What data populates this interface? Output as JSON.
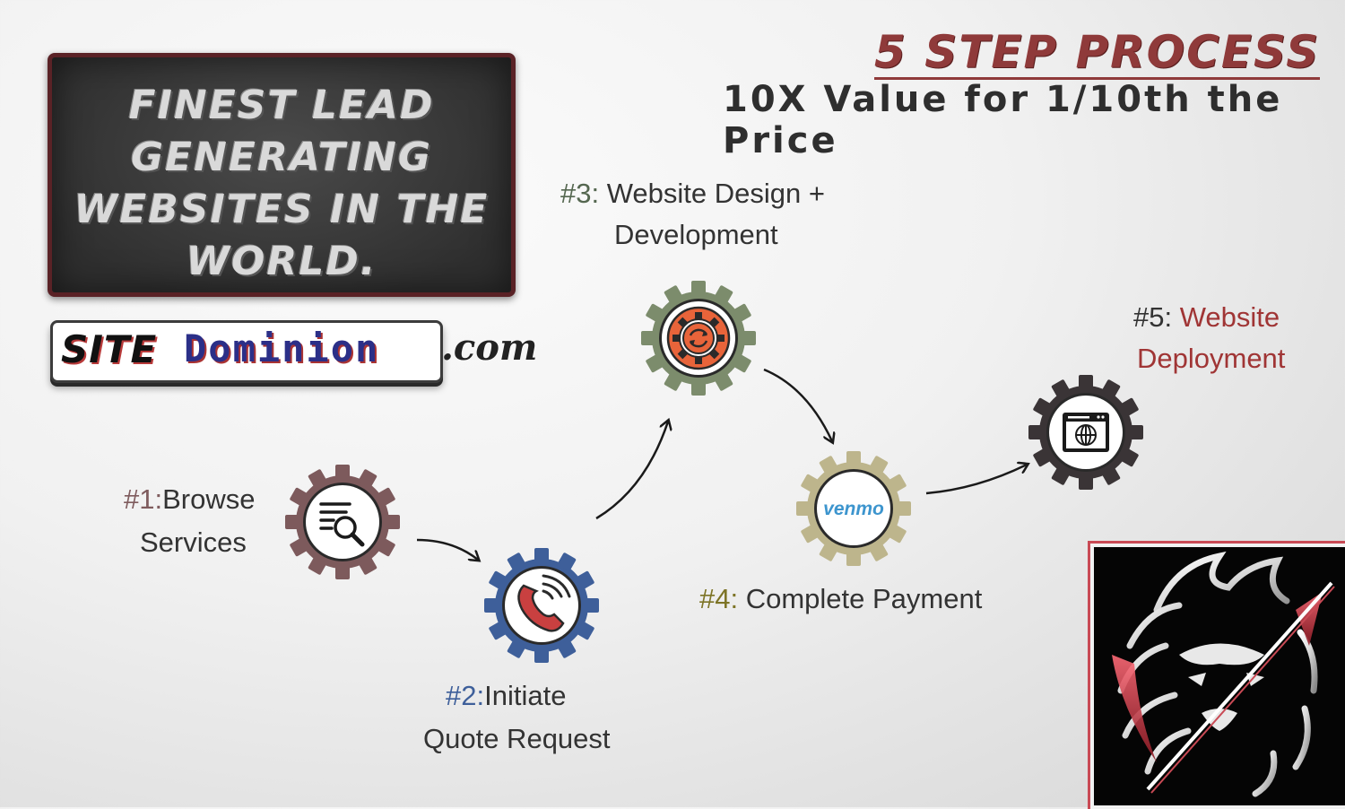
{
  "board": {
    "lines": [
      "Finest lead",
      "generating",
      "websites in the",
      "world."
    ]
  },
  "logo": {
    "site": "SITE",
    "dominion": "Dominion",
    "com": ".com"
  },
  "header": {
    "title": "5 Step Process",
    "subtitle": "10X Value for 1/10th the Price"
  },
  "steps": [
    {
      "num": "#1",
      "sep": ":",
      "line1": "Browse",
      "line2": "Services",
      "icon": "search-document-icon",
      "gear_color": "#7d5a5c"
    },
    {
      "num": "#2",
      "sep": ":",
      "line1": "Initiate",
      "line2": "Quote Request",
      "icon": "phone-call-icon",
      "gear_color": "#3e5f9a"
    },
    {
      "num": "#3",
      "sep": ":",
      "line1": " Website Design +",
      "line2": "Development",
      "icon": "settings-sync-icon",
      "gear_color": "#7c8c6c"
    },
    {
      "num": "#4",
      "sep": ":",
      "line1": " Complete Payment",
      "line2": "",
      "icon": "venmo-logo",
      "icon_text": "venmo",
      "gear_color": "#bdb58c"
    },
    {
      "num": "#5",
      "sep": ":",
      "line1": " Website",
      "line2": "Deployment",
      "icon": "web-browser-globe-icon",
      "gear_color": "#3a3436"
    }
  ],
  "colors": {
    "accent_red": "#8f3a3a",
    "board_border": "#5a2226",
    "venmo_blue": "#3d95ce"
  }
}
